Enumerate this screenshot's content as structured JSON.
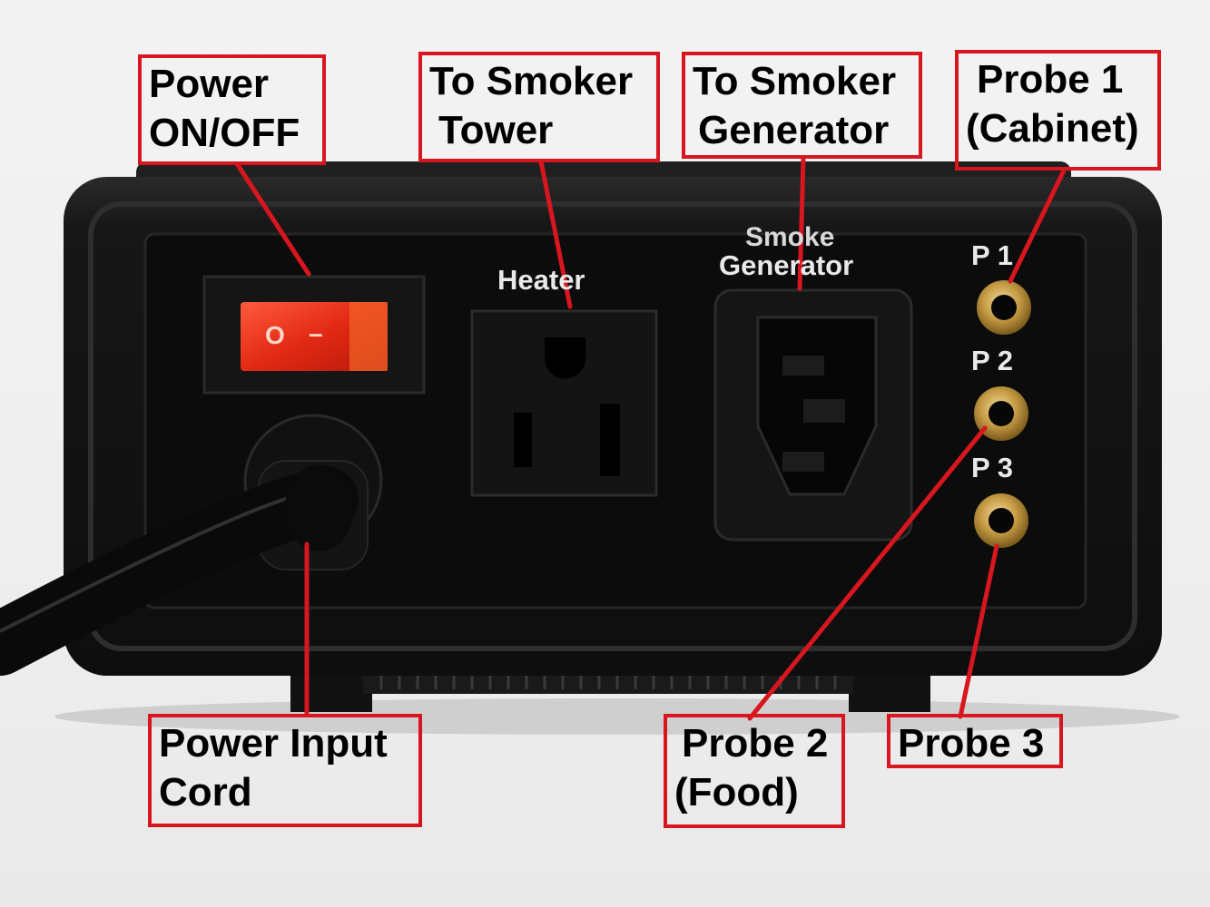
{
  "panel": {
    "heater_label": "Heater",
    "smoke_label_line1": "Smoke",
    "smoke_label_line2": "Generator",
    "p1_label": "P 1",
    "p2_label": "P 2",
    "p3_label": "P 3",
    "switch_off_glyph": "O",
    "switch_on_glyph": "–"
  },
  "callouts": {
    "power_switch": [
      "Power",
      "ON/OFF"
    ],
    "smoker_tower": [
      "To Smoker",
      "Tower"
    ],
    "smoker_generator": [
      "To Smoker",
      "Generator"
    ],
    "probe1": [
      "Probe 1",
      "(Cabinet)"
    ],
    "power_cord": [
      "Power Input",
      "Cord"
    ],
    "probe2": [
      "Probe 2",
      "(Food)"
    ],
    "probe3": [
      "Probe 3"
    ]
  },
  "colors": {
    "callout_border": "#d7161f",
    "leader_line": "#d7161f",
    "device_body": "#141414",
    "switch": "#e8321c",
    "probe_jack": "#b8903a"
  }
}
